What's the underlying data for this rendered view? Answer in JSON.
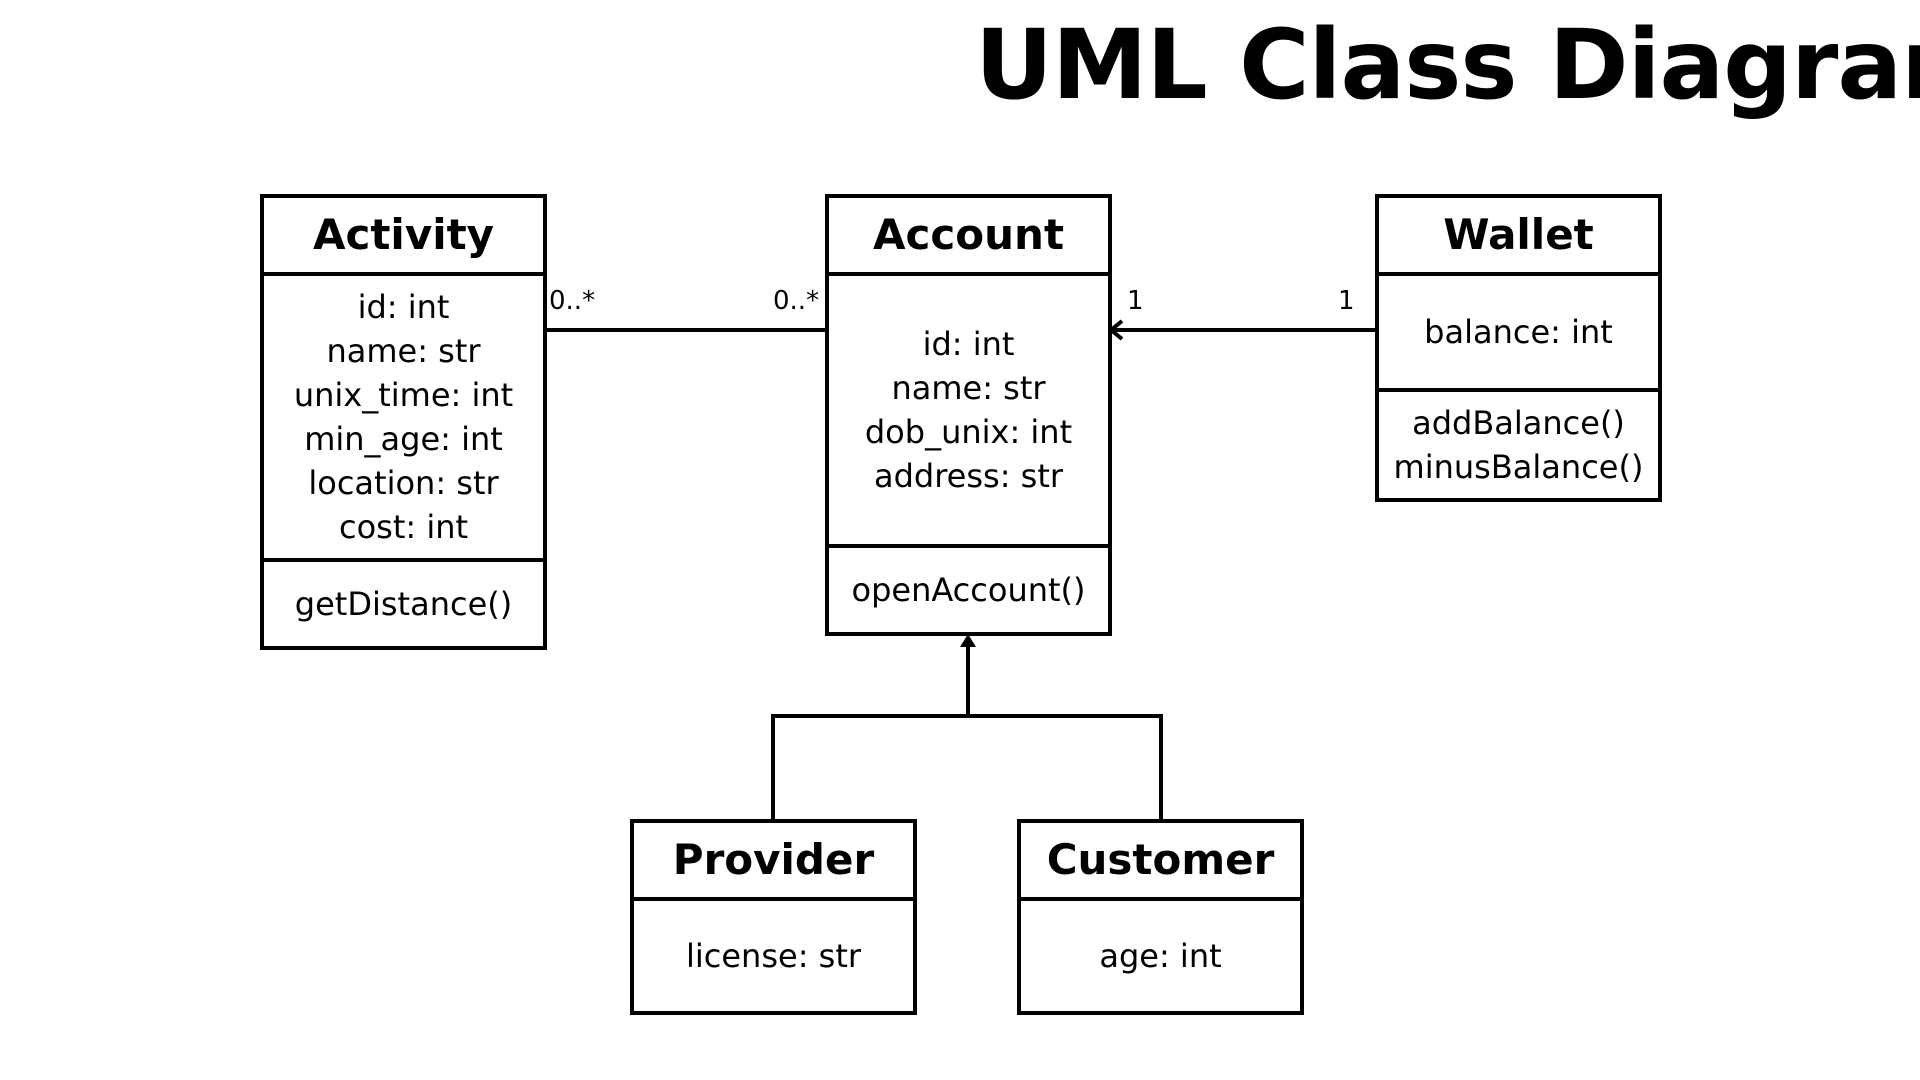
{
  "title": "UML Class Diagram",
  "classes": {
    "activity": {
      "name": "Activity",
      "attributes": [
        "id: int",
        "name: str",
        "unix_time: int",
        "min_age: int",
        "location: str",
        "cost: int"
      ],
      "methods": [
        "getDistance()"
      ]
    },
    "account": {
      "name": "Account",
      "attributes": [
        "id: int",
        "name: str",
        "dob_unix: int",
        "address: str"
      ],
      "methods": [
        "openAccount()"
      ]
    },
    "wallet": {
      "name": "Wallet",
      "attributes": [
        "balance: int"
      ],
      "methods": [
        "addBalance()",
        "minusBalance()"
      ]
    },
    "provider": {
      "name": "Provider",
      "attributes": [
        "license: str"
      ]
    },
    "customer": {
      "name": "Customer",
      "attributes": [
        "age: int"
      ]
    }
  },
  "relationships": {
    "activity_account": {
      "type": "association",
      "from": "Activity",
      "to": "Account",
      "from_multiplicity": "0..*",
      "to_multiplicity": "0..*"
    },
    "wallet_account": {
      "type": "directed-association",
      "from": "Wallet",
      "to": "Account",
      "from_multiplicity": "1",
      "to_multiplicity": "1"
    },
    "inheritance": {
      "type": "generalization",
      "parent": "Account",
      "children": [
        "Provider",
        "Customer"
      ]
    }
  }
}
